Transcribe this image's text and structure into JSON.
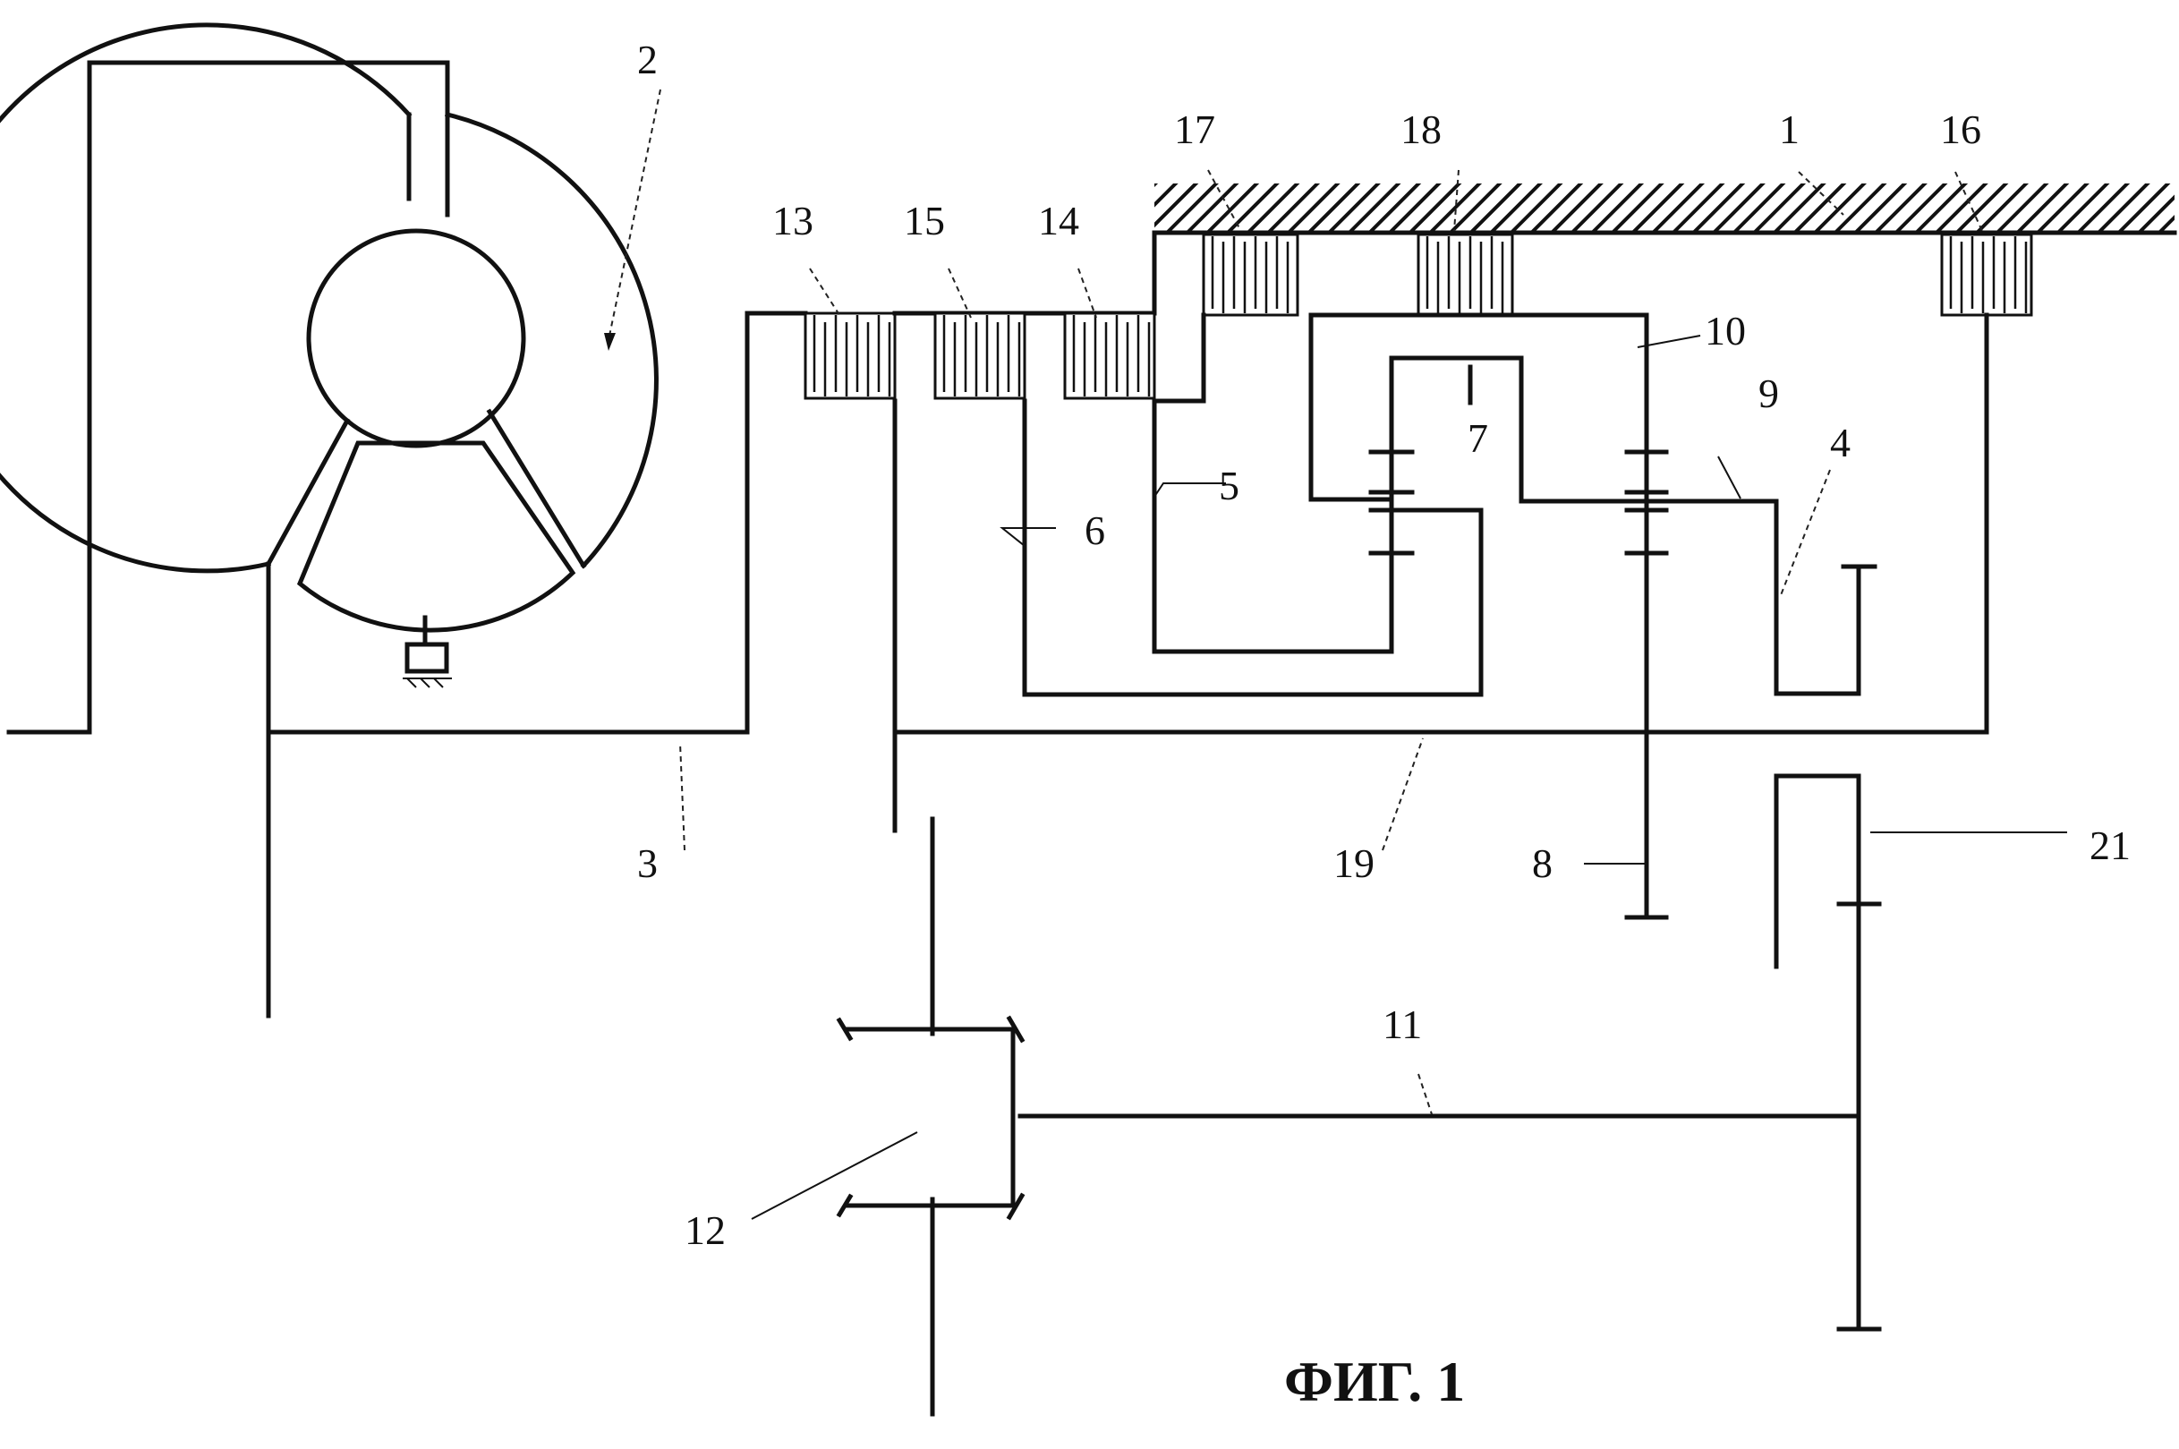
{
  "figure": {
    "title": "ФИГ. 1",
    "labels": {
      "l1": "1",
      "l2": "2",
      "l3": "3",
      "l4": "4",
      "l5": "5",
      "l6": "6",
      "l7": "7",
      "l8": "8",
      "l9": "9",
      "l10": "10",
      "l11": "11",
      "l12": "12",
      "l13": "13",
      "l14": "14",
      "l15": "15",
      "l16": "16",
      "l17": "17",
      "l18": "18",
      "l19": "19",
      "l21": "21"
    }
  }
}
